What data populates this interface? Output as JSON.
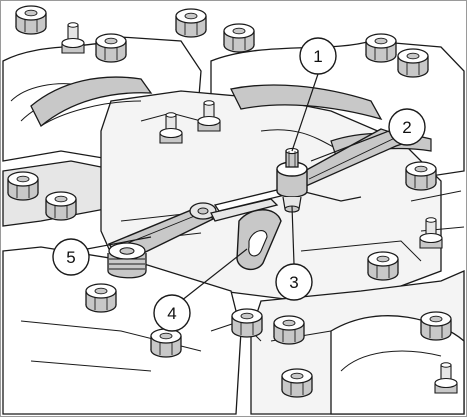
{
  "diagram": {
    "colors": {
      "ink": "#1a1a1a",
      "shade": "#c8c8c8",
      "light": "#e6e6e6",
      "paper": "#ffffff"
    },
    "callouts": [
      {
        "id": "1",
        "label": "1"
      },
      {
        "id": "2",
        "label": "2"
      },
      {
        "id": "3",
        "label": "3"
      },
      {
        "id": "4",
        "label": "4"
      },
      {
        "id": "5",
        "label": "5"
      }
    ]
  }
}
